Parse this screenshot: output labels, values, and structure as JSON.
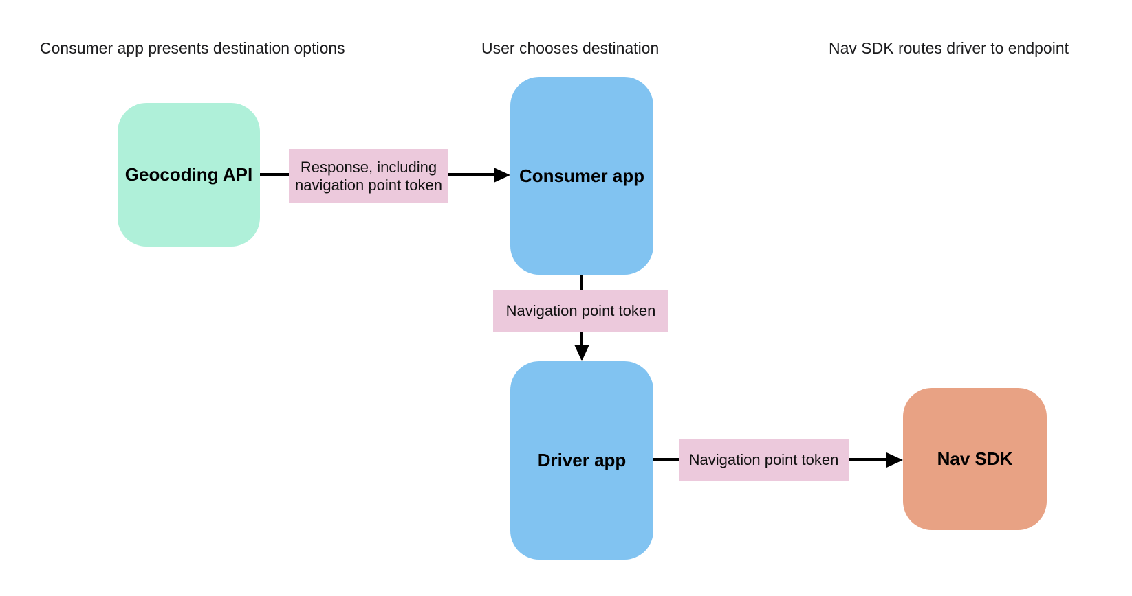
{
  "diagram": {
    "headers": [
      {
        "label": "Consumer app presents destination options"
      },
      {
        "label": "User chooses destination"
      },
      {
        "label": "Nav SDK routes driver to endpoint"
      }
    ],
    "nodes": [
      {
        "id": "geocoding-api",
        "label": "Geocoding API",
        "color": "#aff0d9"
      },
      {
        "id": "consumer-app",
        "label": "Consumer app",
        "color": "#81c3f1"
      },
      {
        "id": "driver-app",
        "label": "Driver app",
        "color": "#81c3f1"
      },
      {
        "id": "nav-sdk",
        "label": "Nav SDK",
        "color": "#e8a284"
      }
    ],
    "edges": [
      {
        "from": "geocoding-api",
        "to": "consumer-app",
        "label": "Response, including navigation point token"
      },
      {
        "from": "consumer-app",
        "to": "driver-app",
        "label": "Navigation point token"
      },
      {
        "from": "driver-app",
        "to": "nav-sdk",
        "label": "Navigation point token"
      }
    ],
    "colors": {
      "edge_label_bg": "#ecc9dc",
      "arrow": "#000000",
      "heading_text": "#1c1c1e"
    }
  }
}
